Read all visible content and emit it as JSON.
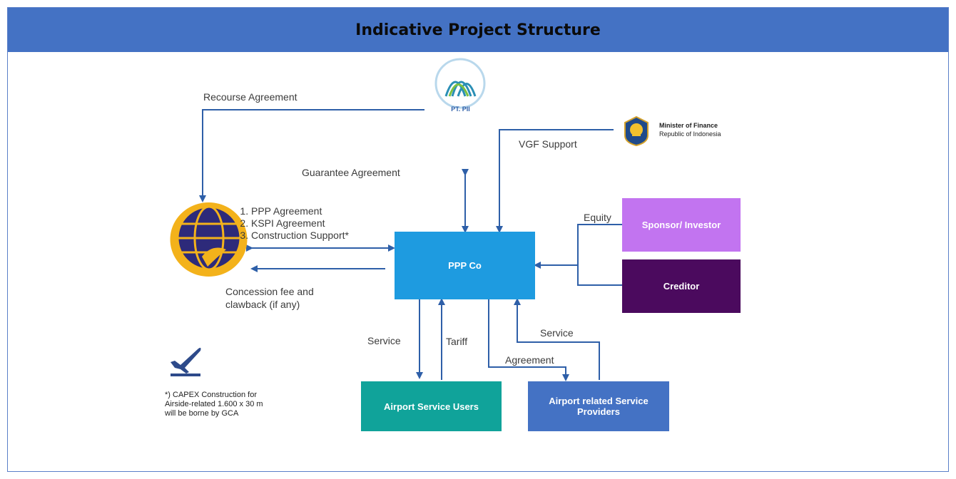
{
  "header": {
    "title": "Indicative Project Structure"
  },
  "labels": {
    "recourse": "Recourse Agreement",
    "guarantee": "Guarantee Agreement",
    "vgf": "VGF Support",
    "equity": "Equity",
    "concession": "Concession fee and clawback (if any)",
    "service_left": "Service",
    "tariff": "Tariff",
    "agreement": "Agreement",
    "service_right": "Service"
  },
  "agreements": [
    "PPP Agreement",
    "KSPI Agreement",
    "Construction Support*"
  ],
  "boxes": {
    "ppp_co": "PPP Co",
    "sponsor": "Sponsor/ Investor",
    "creditor": "Creditor",
    "service_users": "Airport Service Users",
    "service_providers": "Airport related Service Providers"
  },
  "logos": {
    "pii": "PT. PII",
    "mof_title": "Minister of Finance",
    "mof_sub": "Republic of Indonesia"
  },
  "note": "*) CAPEX Construction for Airside-related 1.600 x 30 m will be borne by GCA",
  "icons": {
    "pii_logo": "pt-pii-logo",
    "mof_logo": "ministry-of-finance-logo",
    "transport_logo": "ministry-of-transport-logo",
    "airplane": "airplane-departure-icon"
  },
  "colors": {
    "header": "#4472c4",
    "ppp_co": "#1e9be0",
    "sponsor": "#c274f0",
    "creditor": "#4b0a5e",
    "service_users": "#10a39a",
    "service_providers": "#4472c4",
    "arrows": "#2e5fa8"
  }
}
